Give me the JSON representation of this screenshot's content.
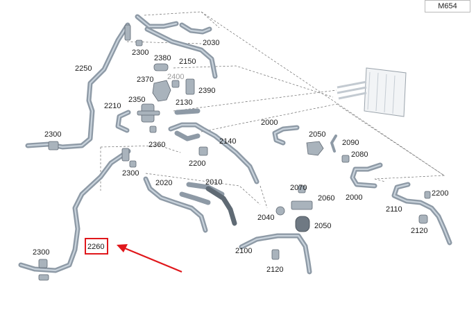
{
  "diagram": {
    "code": "M654",
    "part_labels": [
      "2030",
      "2300",
      "2380",
      "2150",
      "2250",
      "2400",
      "2370",
      "2390",
      "2350",
      "2210",
      "2130",
      "2000",
      "2050",
      "2090",
      "2080",
      "2300",
      "2360",
      "2140",
      "2200",
      "2300",
      "2020",
      "2010",
      "2070",
      "2060",
      "2000",
      "2200",
      "2110",
      "2040",
      "2050",
      "2120",
      "2100",
      "2120",
      "2300",
      "2260"
    ],
    "highlighted_label": "2260",
    "highlight_color": "#e0171b",
    "hose_color": "#8e9aa6"
  }
}
